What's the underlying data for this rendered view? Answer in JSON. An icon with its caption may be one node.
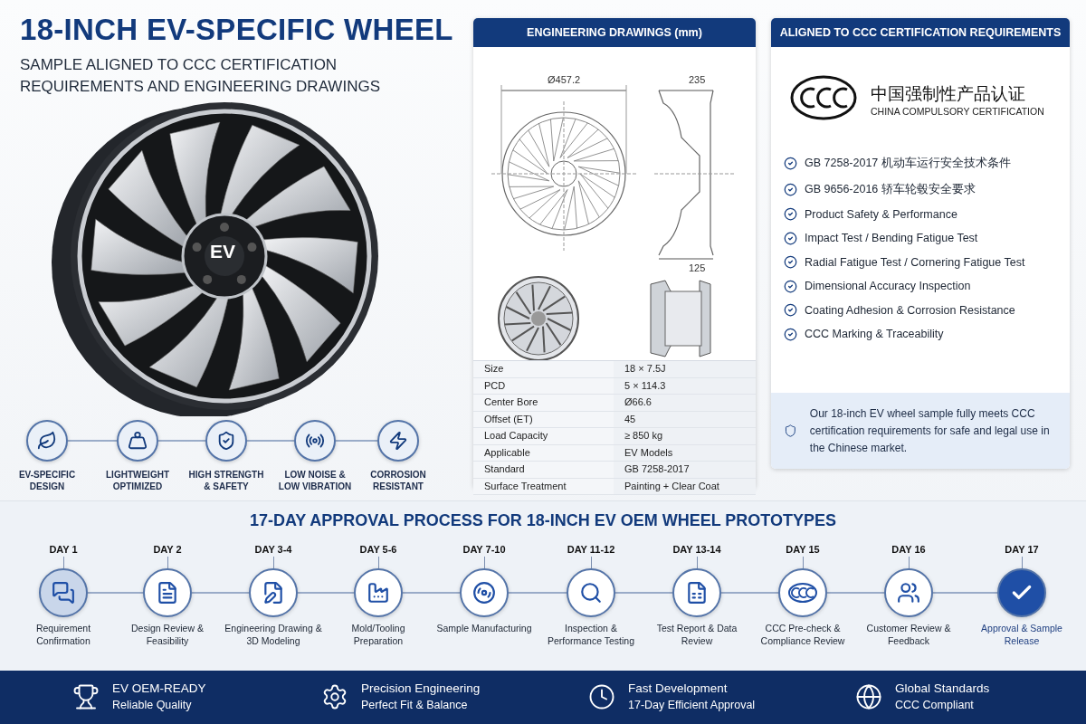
{
  "diagram": {
    "title": "18-INCH EV-SPECIFIC WHEEL",
    "nodes": [
      {
        "text": [
          "ENGINEERING DRAWINGS (mm)"
        ]
      },
      {
        "text": [
          "ALIGNED TO CCC CERTIFICATION REQUIREMENTS"
        ]
      },
      {
        "text": [
          "EV-SPECIFIC DESIGN"
        ]
      },
      {
        "text": [
          "LIGHTWEIGHT OPTIMIZED"
        ]
      },
      {
        "text": [
          "HIGH STRENGTH & SAFETY"
        ]
      },
      {
        "text": [
          "LOW NOISE & LOW VIBRATION"
        ]
      },
      {
        "text": [
          "CORROSION RESISTANT"
        ]
      },
      {
        "text": [
          "DAY 1",
          "Requirement Confirmation"
        ]
      },
      {
        "text": [
          "DAY 2",
          "Design Review & Feasibility"
        ]
      },
      {
        "text": [
          "DAY 3-4",
          "Engineering Drawing & 3D Modeling"
        ]
      },
      {
        "text": [
          "DAY 5-6",
          "Mold/Tooling Preparation"
        ]
      },
      {
        "text": [
          "DAY 7-10",
          "Sample Manufacturing"
        ]
      },
      {
        "text": [
          "DAY 11-12",
          "Inspection & Performance Testing"
        ]
      },
      {
        "text": [
          "DAY 13-14",
          "Test Report & Data Review"
        ]
      },
      {
        "text": [
          "DAY 15",
          "CCC Pre-check & Compliance Review"
        ]
      },
      {
        "text": [
          "DAY 16",
          "Customer Review & Feedback"
        ]
      },
      {
        "text": [
          "DAY 17",
          "Approval & Sample Release"
        ]
      }
    ],
    "edges": [
      {
        "from": 2,
        "to": 3,
        "arrow": "none"
      },
      {
        "from": 3,
        "to": 4,
        "arrow": "none"
      },
      {
        "from": 4,
        "to": 5,
        "arrow": "none"
      },
      {
        "from": 5,
        "to": 6,
        "arrow": "none"
      },
      {
        "from": 7,
        "to": 8,
        "arrow": "none"
      },
      {
        "from": 8,
        "to": 9,
        "arrow": "none"
      },
      {
        "from": 9,
        "to": 10,
        "arrow": "none"
      },
      {
        "from": 10,
        "to": 11,
        "arrow": "none"
      },
      {
        "from": 11,
        "to": 12,
        "arrow": "none"
      },
      {
        "from": 12,
        "to": 13,
        "arrow": "none"
      },
      {
        "from": 13,
        "to": 14,
        "arrow": "none"
      },
      {
        "from": 14,
        "to": 15,
        "arrow": "none"
      },
      {
        "from": 15,
        "to": 16,
        "arrow": "none"
      }
    ],
    "labels": [
      "SAMPLE ALIGNED TO CCC CERTIFICATION REQUIREMENTS AND ENGINEERING DRAWINGS",
      "EV",
      "Ø457.2",
      "235",
      "125",
      "Size",
      "18 × 7.5J",
      "PCD",
      "5 × 114.3",
      "Center Bore",
      "Ø66.6",
      "Offset (ET)",
      "45",
      "Load Capacity",
      "≥ 850 kg",
      "Applicable",
      "EV Models",
      "Standard",
      "GB 7258-2017",
      "Surface Treatment",
      "Painting + Clear Coat",
      "中国强制性产品认证",
      "CHINA COMPULSORY CERTIFICATION",
      "GB 7258-2017 机动车运行安全技术条件",
      "GB 9656-2016 轿车轮毂安全要求",
      "Product Safety & Performance",
      "Impact Test / Bending Fatigue Test",
      "Radial Fatigue Test / Cornering Fatigue Test",
      "Dimensional Accuracy Inspection",
      "Coating Adhesion & Corrosion Resistance",
      "CCC Marking & Traceability",
      "Our 18-inch EV wheel sample fully meets CCC certification requirements for safe and legal use in the Chinese market.",
      "17-DAY APPROVAL PROCESS FOR 18-INCH EV OEM WHEEL PROTOTYPES",
      "EV OEM-READY",
      "Reliable Quality",
      "Precision Engineering",
      "Perfect Fit & Balance",
      "Fast Development",
      "17-Day Efficient Approval",
      "Global Standards",
      "CCC Compliant"
    ]
  }
}
